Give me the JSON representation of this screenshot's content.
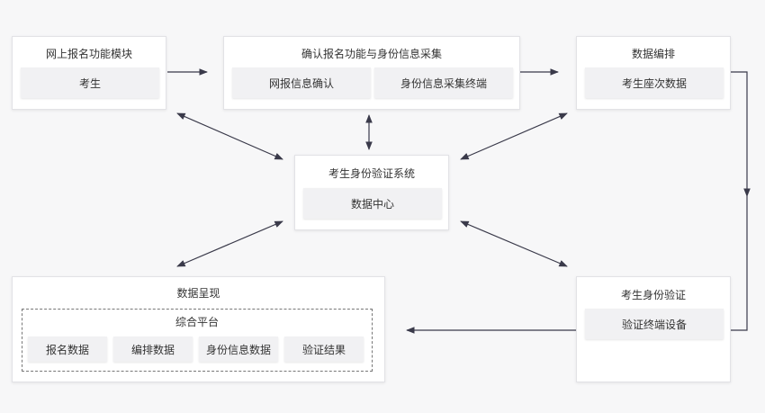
{
  "colors": {
    "background": "#f7f7f8",
    "box": "#ffffff",
    "chip": "#f1f1f3",
    "arrow": "#3a3a4a"
  },
  "nodes": {
    "online_registration": {
      "title": "网上报名功能模块",
      "items": [
        "考生"
      ]
    },
    "confirm_collect": {
      "title": "确认报名功能与身份信息采集",
      "items": [
        "网报信息确认",
        "身份信息采集终端"
      ]
    },
    "data_arrange": {
      "title": "数据编排",
      "items": [
        "考生座次数据"
      ]
    },
    "identity_system": {
      "title": "考生身份验证系统",
      "items": [
        "数据中心"
      ]
    },
    "data_present": {
      "title": "数据呈现",
      "platform": {
        "title": "综合平台",
        "items": [
          "报名数据",
          "编排数据",
          "身份信息数据",
          "验证结果"
        ]
      }
    },
    "identity_verify": {
      "title": "考生身份验证",
      "items": [
        "验证终端设备"
      ]
    }
  }
}
